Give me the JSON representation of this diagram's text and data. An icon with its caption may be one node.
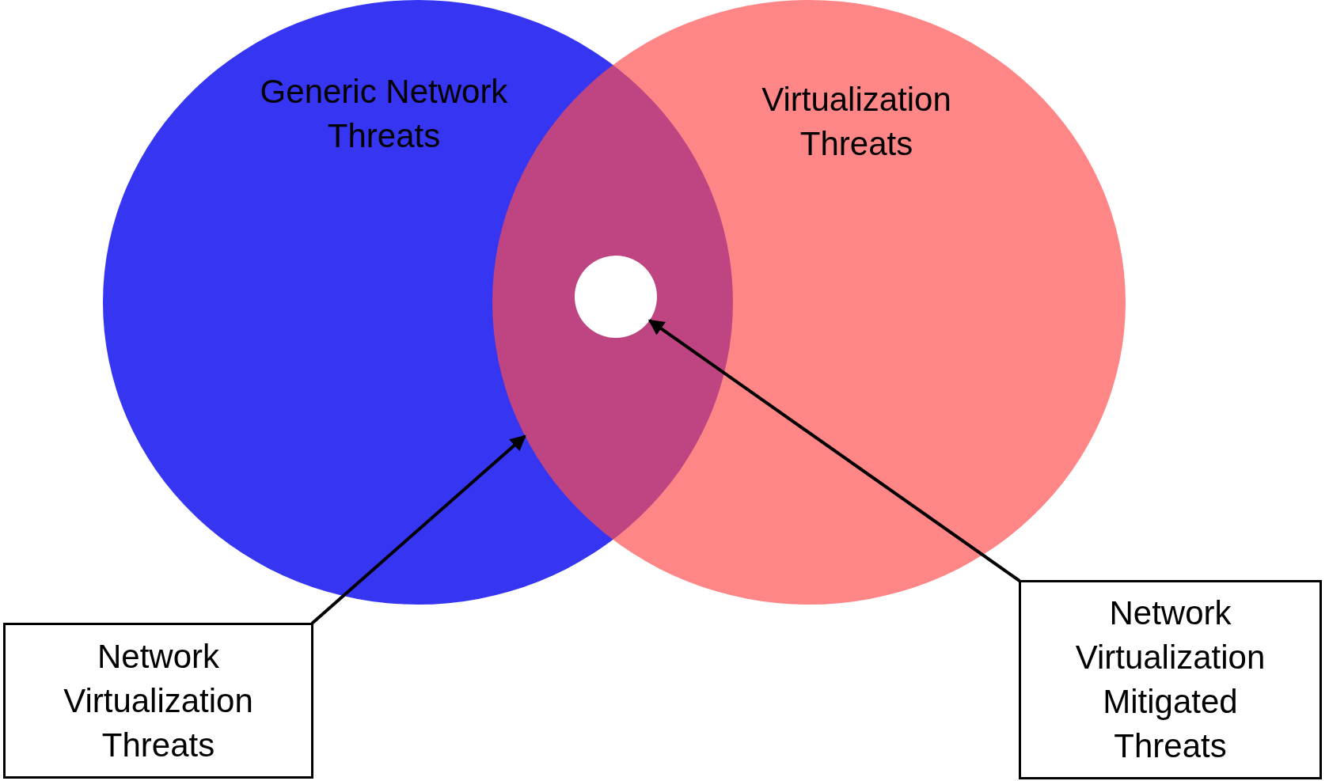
{
  "diagram": {
    "nodes": [
      {
        "text": [
          "Generic Network Threats"
        ]
      },
      {
        "text": [
          "Virtualization Threats"
        ]
      },
      {
        "text": [],
        "shape": "circle"
      },
      {
        "text": [
          "Network Virtualization Threats"
        ]
      },
      {
        "text": [
          "Network Virtualization Mitigated Threats"
        ]
      }
    ],
    "edges": [
      {
        "from": 3,
        "to": 1,
        "arrow": "to"
      },
      {
        "from": 4,
        "to": 2,
        "arrow": "to"
      }
    ]
  }
}
